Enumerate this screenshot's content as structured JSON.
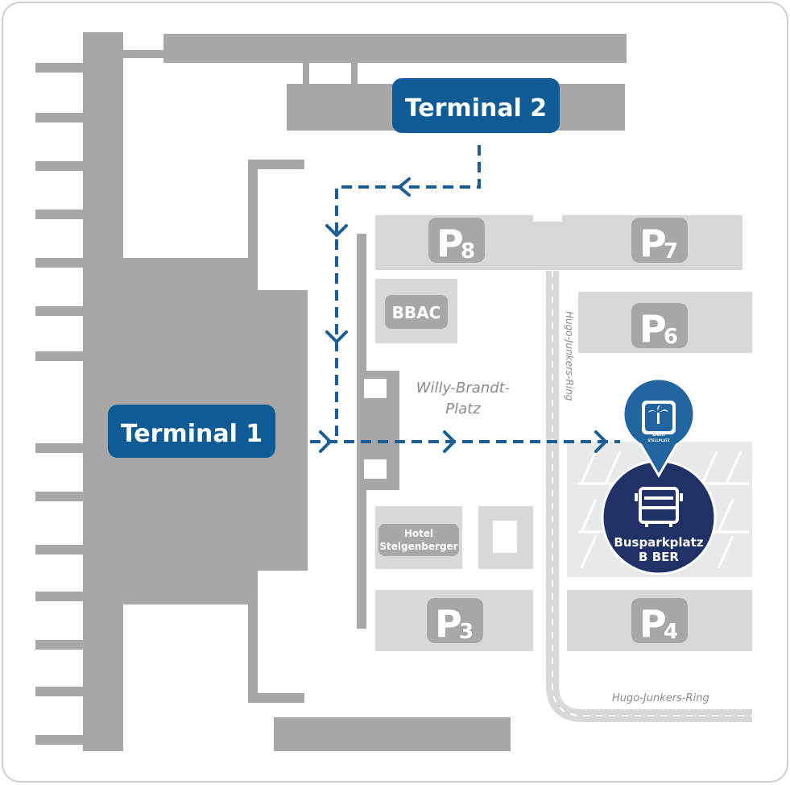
{
  "terminals": {
    "t1": "Terminal 1",
    "t2": "Terminal 2"
  },
  "parking": [
    {
      "letter": "P",
      "num": "8"
    },
    {
      "letter": "P",
      "num": "7"
    },
    {
      "letter": "P",
      "num": "6"
    },
    {
      "letter": "P",
      "num": "3"
    },
    {
      "letter": "P",
      "num": "4"
    }
  ],
  "buildings": {
    "bbac": "BBAC",
    "hotel_line1": "Hotel",
    "hotel_line2": "Steigenberger"
  },
  "streets": {
    "willy_line1": "Willy-Brandt-",
    "willy_line2": "Platz",
    "hugo_vertical": "Hugo-Junkers-Ring",
    "hugo_horizontal": "Hugo-Junkers-Ring"
  },
  "bus_parking": {
    "line1": "Busparkplatz",
    "line2": "B BER"
  },
  "pin_logo": {
    "line1": "Dein",
    "line2": "STELLPLATZ"
  },
  "colors": {
    "building": "#a7a7a7",
    "parking": "#d6d8da",
    "route": "#1b5e96",
    "terminal_label": "#0f5b96",
    "bus_circle": "#1f3166",
    "pin": "#2064a0"
  }
}
